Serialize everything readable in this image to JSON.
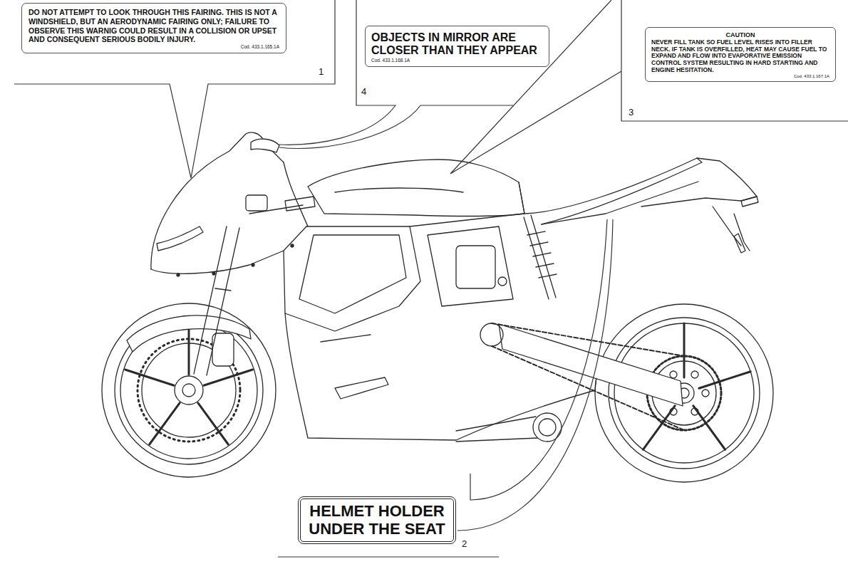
{
  "diagram": {
    "nodes": [
      {
        "text": [
          "DO NOT ATTEMPT TO LOOK THROUGH THIS FAIRING. THIS IS NOT A WINDSHIELD, BUT AN AERODYNAMIC FAIRING ONLY; FAILURE TO OBSERVE THIS WARNIG COULD RESULT IN A COLLISION OR UPSET AND CONSEQUENT SERIOUS BODILY INJURY.",
          "Cod. 433.1.165.1A"
        ]
      },
      {
        "text": [
          "OBJECTS IN MIRROR ARE CLOSER THAN THEY APPEAR",
          "Cod. 433.1.168.1A"
        ]
      },
      {
        "text": [
          "CAUTION",
          "NEVER FILL TANK SO FUEL LEVEL RISES INTO FILLER NECK. IF TANK IS OVERFILLED, HEAT MAY CAUSE FUEL TO EXPAND AND FLOW INTO EVAPORATIVE EMISSION CONTROL SYSTEM RESULTING IN HARD STARTING AND ENGINE HESITATION.",
          "Cod. 433.1.167.1A"
        ]
      },
      {
        "text": [
          "HELMET HOLDER UNDER THE SEAT"
        ]
      }
    ],
    "labels": [
      "1",
      "4",
      "3",
      "2"
    ]
  }
}
